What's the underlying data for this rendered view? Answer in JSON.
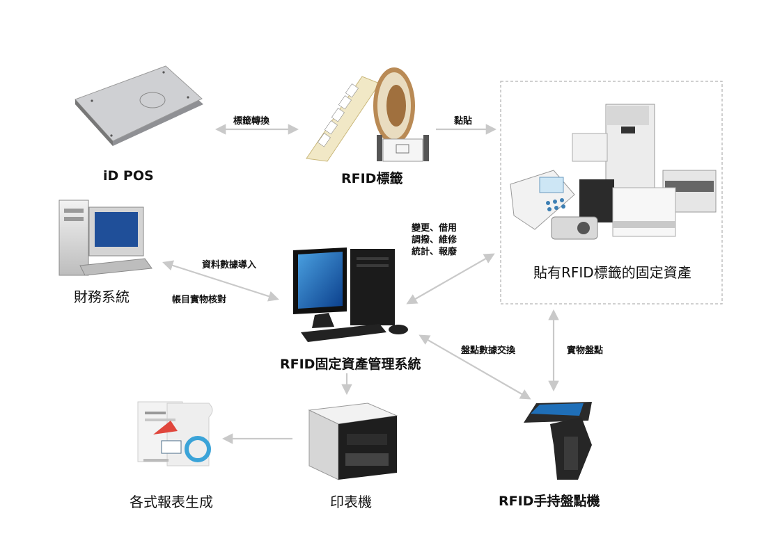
{
  "nodes": {
    "id_pos": "iD POS",
    "rfid_tag": "RFID標籤",
    "fixed_assets": "貼有RFID標籤的固定資產",
    "finance": "財務系統",
    "management": "RFID固定資產管理系統",
    "reports": "各式報表生成",
    "printer": "印表機",
    "handheld": "RFID手持盤點機"
  },
  "edges": {
    "tag_conversion": "標籤轉換",
    "attach": "黏貼",
    "data_import": "資料數據導入",
    "account_check": "帳目實物核對",
    "asset_ops": "變更、借用\n調撥、維修\n統計、報廢",
    "inventory_exchange": "盤點數據交換",
    "physical_count": "實物盤點"
  },
  "colors": {
    "arrow": "#c9c9c9",
    "dashed_border": "#b5b5b5",
    "text": "#111111"
  }
}
